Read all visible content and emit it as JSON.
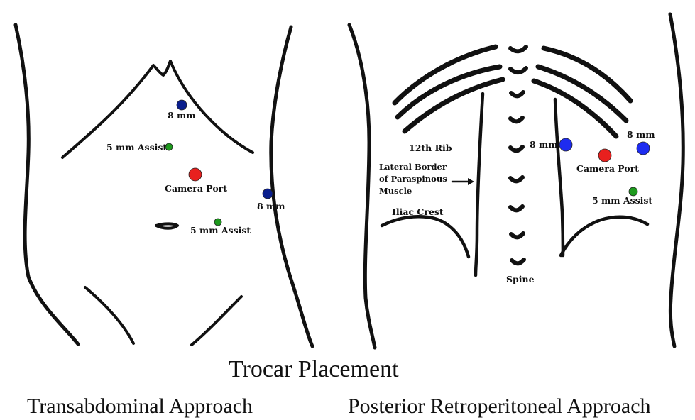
{
  "title": "Trocar Placement",
  "left": {
    "caption": "Transabdominal Approach",
    "labels": {
      "port_upper": "8 mm",
      "assist_upper": "5 mm Assist",
      "camera": "Camera Port",
      "port_right": "8 mm",
      "assist_lower": "5 mm Assist"
    }
  },
  "right": {
    "caption": "Posterior Retroperitoneal Approach",
    "labels": {
      "rib": "12th Rib",
      "lateral_border_1": "Lateral Border",
      "lateral_border_2": "of Paraspinous",
      "lateral_border_3": "Muscle",
      "iliac": "Iliac Crest",
      "spine": "Spine",
      "port_left": "8 mm",
      "camera": "Camera Port",
      "port_right": "8 mm",
      "assist": "5 mm Assist"
    }
  },
  "colors": {
    "port_8mm_transabdominal": "#0a1e8c",
    "port_8mm_retroperitoneal": "#1e2cf0",
    "camera_port": "#e8201e",
    "assist_port": "#1e9a1e"
  }
}
